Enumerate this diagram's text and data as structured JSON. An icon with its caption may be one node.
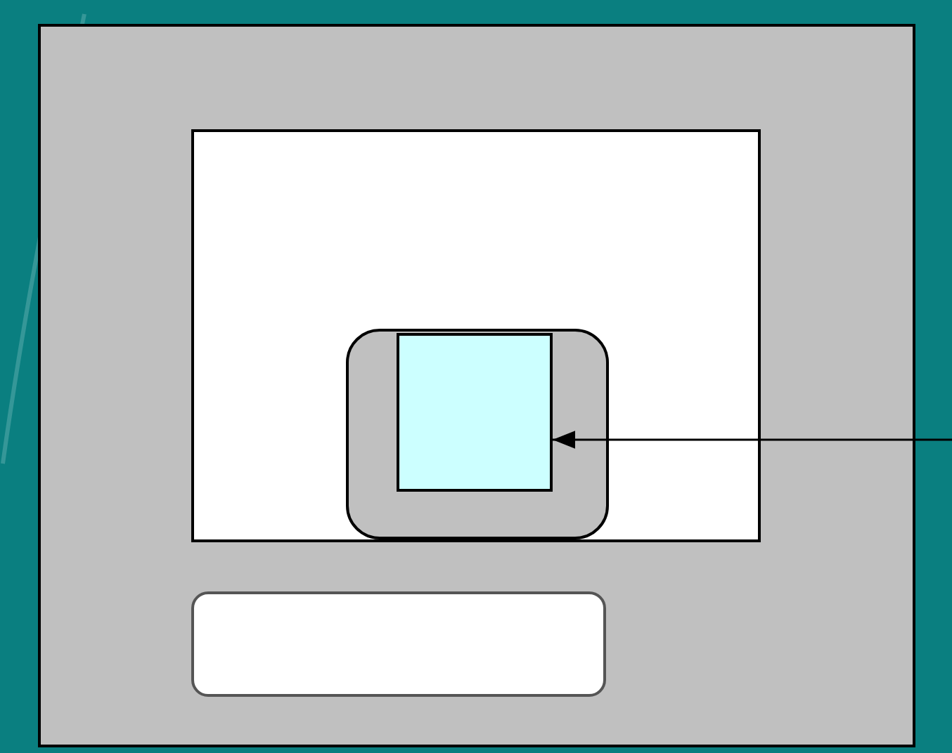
{
  "diagram": {
    "nodes": [
      {
        "text": [],
        "shape": "box"
      },
      {
        "text": [],
        "shape": "box",
        "in": 0
      },
      {
        "text": [],
        "shape": "box",
        "in": 1
      },
      {
        "text": [],
        "shape": "box",
        "in": 2
      },
      {
        "text": [],
        "shape": "box",
        "in": 0
      }
    ],
    "edges": [
      {
        "from": null,
        "to": 3,
        "arrow": "to"
      }
    ]
  }
}
